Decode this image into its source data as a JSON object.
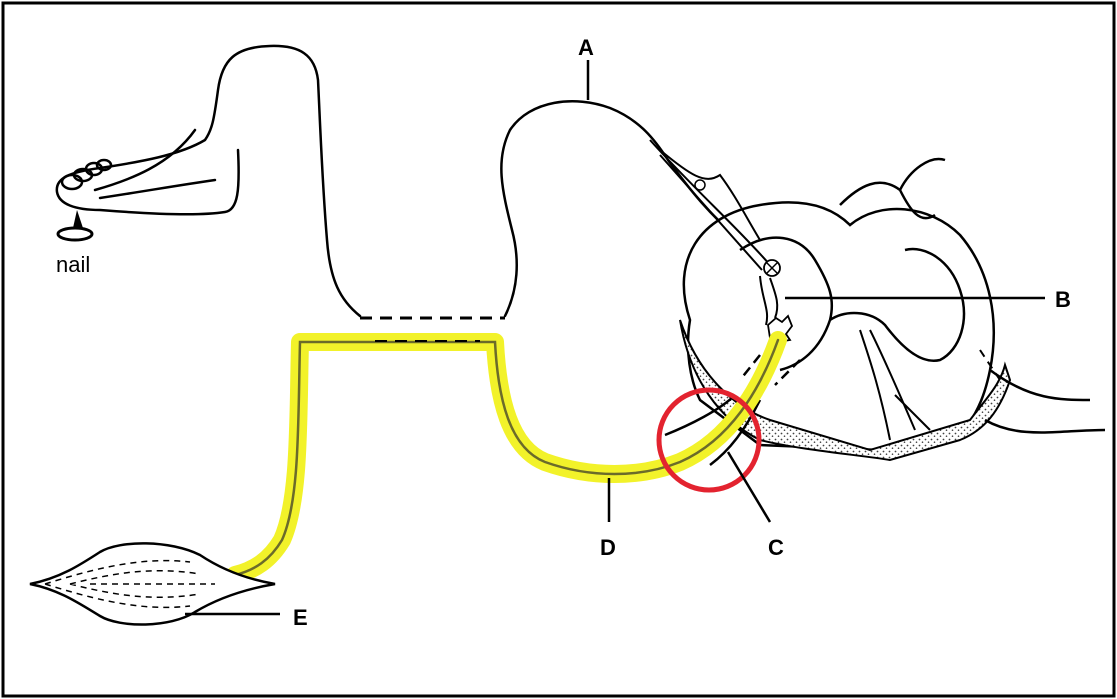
{
  "labels": {
    "nail": "nail",
    "a": "A",
    "b": "B",
    "c": "C",
    "d": "D",
    "e": "E"
  },
  "colors": {
    "highlight": "#f2f22a",
    "circle": "#e3232f",
    "stipple": "#cfcfcf",
    "line": "#000000"
  }
}
